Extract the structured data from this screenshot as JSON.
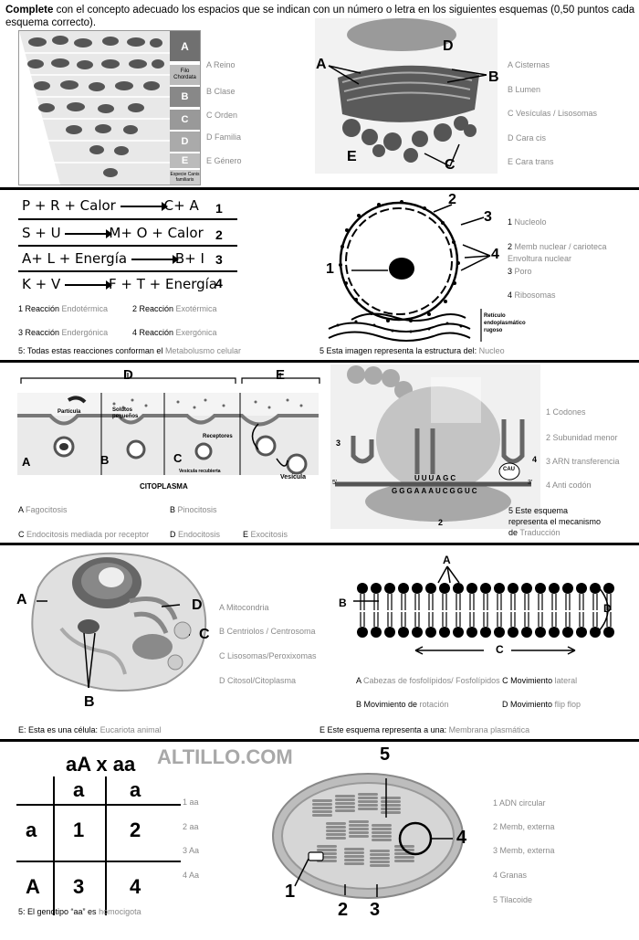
{
  "intro": {
    "bold": "Complete",
    "text": " con el concepto adecuado los espacios que se indican con un número o letra en los siguientes esquemas (0,50 puntos cada esquema correcto)."
  },
  "s1": {
    "taxonomy_letters": [
      "A",
      "Filo Chordata",
      "B",
      "C",
      "D",
      "E",
      "Especie Canis familiaris"
    ],
    "taxonomy_items": [
      "A Reino",
      "B Clase",
      "C Orden",
      "D Familia",
      "E Género"
    ],
    "golgi_letters": {
      "a": "A",
      "b": "B",
      "c": "C",
      "d": "D",
      "e": "E"
    },
    "golgi_items": [
      "A Cisternas",
      "B Lumen",
      "C Vesículas / Lisosomas",
      "D Cara  cis",
      "E Cara trans"
    ]
  },
  "s2": {
    "equations": [
      {
        "left": "P + R + Calor",
        "right": "C+ A",
        "num": "1"
      },
      {
        "left": "S + U",
        "right": "M+ O + Calor",
        "num": "2"
      },
      {
        "left": "A+ L + Energía",
        "right": "B+ I",
        "num": "3"
      },
      {
        "left": "K + V",
        "right": "F + T + Energía",
        "num": "4"
      }
    ],
    "reactions": [
      {
        "prefix": "1 Reacción ",
        "answer": "Endotérmica"
      },
      {
        "prefix": "2 Reacción ",
        "answer": "Exotérmica"
      },
      {
        "prefix": "3 Reacción ",
        "answer": "Endergónica"
      },
      {
        "prefix": "4 Reacción ",
        "answer": "Exergónica"
      }
    ],
    "q5_left": {
      "prefix": "5: Todas estas reacciones conforman el ",
      "answer": "Metabolusmo celular"
    },
    "nucleus_nums": [
      "1",
      "2",
      "3",
      "4"
    ],
    "er_label": "Retículo endoplasmático rugoso",
    "nucleus_items": [
      {
        "n": "1",
        "t": " Nucleolo"
      },
      {
        "n": "2",
        "t": " Memb nuclear / carioteca"
      },
      {
        "n": "",
        "t": "Envoltura nuclear"
      },
      {
        "n": "3",
        "t": " Poro"
      },
      {
        "n": "4",
        "t": " Ribosomas"
      }
    ],
    "q5_right": {
      "prefix": "5 Esta imagen representa la estructura del: ",
      "answer": "Nucleo"
    }
  },
  "s3": {
    "endo_letters": {
      "d": "D",
      "e": "E",
      "a": "A",
      "b": "B",
      "c": "C"
    },
    "endo_small": {
      "particula": "Partícula",
      "solutos": "Solutos pequeños",
      "receptores": "Receptores",
      "vesicula_rec": "Vesícula recubierta",
      "vesicula": "Vesícula"
    },
    "citoplasma": "CITOPLASMA",
    "endo_items": [
      {
        "prefix": "A ",
        "answer": "Fagocitosis"
      },
      {
        "prefix": "B ",
        "answer": "Pinocitosis"
      },
      {
        "prefix": "C ",
        "answer": "Endocitosis mediada por receptor"
      },
      {
        "prefix": "D ",
        "answer": "Endocitosis"
      },
      {
        "prefix": "E ",
        "answer": "Exocitosis"
      }
    ],
    "trans_nums": {
      "n2": "2",
      "n3": "3",
      "n4": "4"
    },
    "codon_top": "UUUAGC",
    "codon_bottom": "GGGAAAUCGGUC",
    "anticodon": "CAU",
    "five_prime": "5'",
    "three_prime": "3'",
    "trans_items": [
      "1 Codones",
      "2 Subunidad menor",
      "3 ARN transferencia",
      "4 Anti codón"
    ],
    "trans_q5": {
      "line1": "5 Este esquema",
      "line2": "representa el mecanismo",
      "prefix": "de ",
      "answer": "Traducción"
    }
  },
  "s4": {
    "cell_letters": {
      "a": "A",
      "b": "B",
      "c": "C",
      "d": "D"
    },
    "cell_items": [
      "A Mitocondria",
      "B Centriolos / Centrosoma",
      "C Lisosomas/Peroxixomas",
      "D Citosol/Citoplasma"
    ],
    "cell_q": {
      "prefix": "E: Esta es una célula: ",
      "answer": "Eucariota animal"
    },
    "mem_letters": {
      "a": "A",
      "b": "B",
      "c": "C",
      "d": "D"
    },
    "mem_items": [
      {
        "prefix": "A ",
        "answer": "Cabezas de fosfolípidos/ Fosfolípidos",
        "suffix_bold": " C Movimiento ",
        "answer2": "lateral"
      },
      {
        "prefix": "B Movimiento de ",
        "answer": "rotación",
        "suffix_bold": "D Movimiento ",
        "answer2": "flip flop"
      }
    ],
    "mem_q": {
      "prefix": "E Este esquema representa a una: ",
      "answer": "Membrana plasmática"
    }
  },
  "s5": {
    "cross": "aA x aa",
    "watermark": "ALTILLO.COM",
    "grid": {
      "h1": "a",
      "h2": "a",
      "r1": "a",
      "r2": "A",
      "c1": "1",
      "c2": "2",
      "c3": "3",
      "c4": "4"
    },
    "punnett_items": [
      "1 aa",
      "2 aa",
      "3 Aa",
      "4 Aa"
    ],
    "punnett_q": {
      "prefix": "5: El genotipo “aa” es ",
      "answer": "homocigota"
    },
    "chloro_nums": {
      "n1": "1",
      "n2": "2",
      "n3": "3",
      "n4": "4",
      "n5": "5"
    },
    "chloro_items": [
      "1 ADN circular",
      "2 Memb, externa",
      "3 Memb, externa",
      "4 Granas",
      "5 Tilacoide"
    ]
  }
}
